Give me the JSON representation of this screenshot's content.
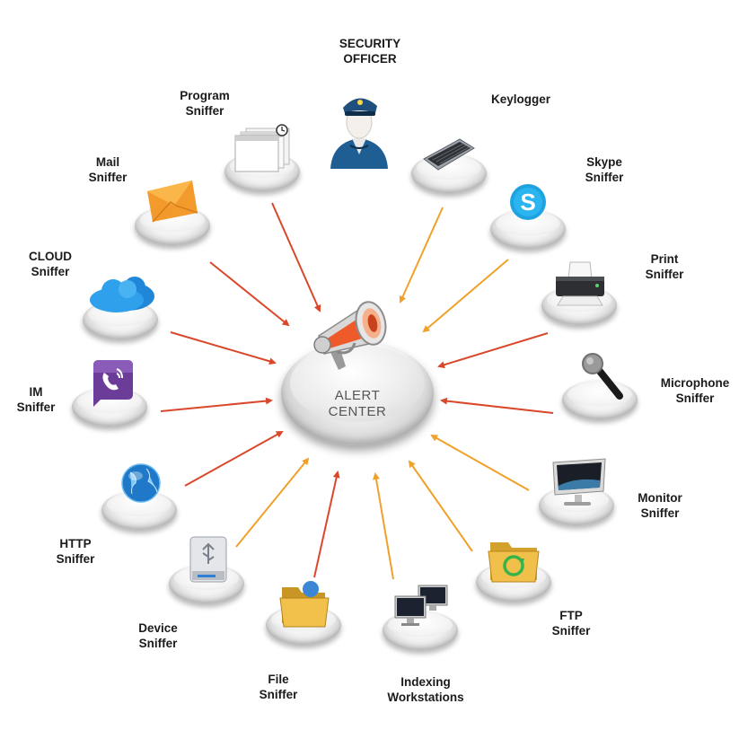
{
  "center": {
    "line1": "ALERT",
    "line2": "CENTER",
    "icon": "megaphone-icon"
  },
  "colors": {
    "arrow_red": "#d9482b",
    "arrow_orange": "#f0a12a"
  },
  "nodes": [
    {
      "id": "security-officer",
      "line1": "SECURITY",
      "line2": "OFFICER",
      "icon": "security-officer-icon"
    },
    {
      "id": "keylogger",
      "line1": "Keylogger",
      "line2": "",
      "icon": "keyboard-icon"
    },
    {
      "id": "skype",
      "line1": "Skype",
      "line2": "Sniffer",
      "icon": "skype-icon"
    },
    {
      "id": "print",
      "line1": "Print",
      "line2": "Sniffer",
      "icon": "printer-icon"
    },
    {
      "id": "microphone",
      "line1": "Microphone",
      "line2": "Sniffer",
      "icon": "microphone-icon"
    },
    {
      "id": "monitor",
      "line1": "Monitor",
      "line2": "Sniffer",
      "icon": "monitor-icon"
    },
    {
      "id": "ftp",
      "line1": "FTP",
      "line2": "Sniffer",
      "icon": "ftp-folder-icon"
    },
    {
      "id": "indexing",
      "line1": "Indexing",
      "line2": "Workstations",
      "icon": "workstations-icon"
    },
    {
      "id": "file",
      "line1": "File",
      "line2": "Sniffer",
      "icon": "folder-icon"
    },
    {
      "id": "device",
      "line1": "Device",
      "line2": "Sniffer",
      "icon": "usb-drive-icon"
    },
    {
      "id": "http",
      "line1": "HTTP",
      "line2": "Sniffer",
      "icon": "globe-icon"
    },
    {
      "id": "im",
      "line1": "IM",
      "line2": "Sniffer",
      "icon": "im-phone-icon"
    },
    {
      "id": "cloud",
      "line1": "CLOUD",
      "line2": "Sniffer",
      "icon": "cloud-icon"
    },
    {
      "id": "mail",
      "line1": "Mail",
      "line2": "Sniffer",
      "icon": "envelope-icon"
    },
    {
      "id": "program",
      "line1": "Program",
      "line2": "Sniffer",
      "icon": "program-window-icon"
    }
  ]
}
